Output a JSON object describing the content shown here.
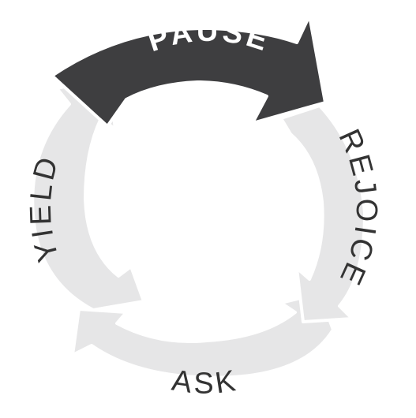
{
  "diagram": {
    "type": "cycle",
    "direction": "clockwise",
    "colors": {
      "active_fill": "#3e3e40",
      "active_text": "#ffffff",
      "inactive_fill": "#e6e6e7",
      "inactive_text": "#333333",
      "outline": "#ffffff"
    },
    "steps": [
      {
        "label": "PAUSE",
        "active": true
      },
      {
        "label": "REJOICE",
        "active": false
      },
      {
        "label": "ASK",
        "active": false
      },
      {
        "label": "YIELD",
        "active": false
      }
    ]
  }
}
